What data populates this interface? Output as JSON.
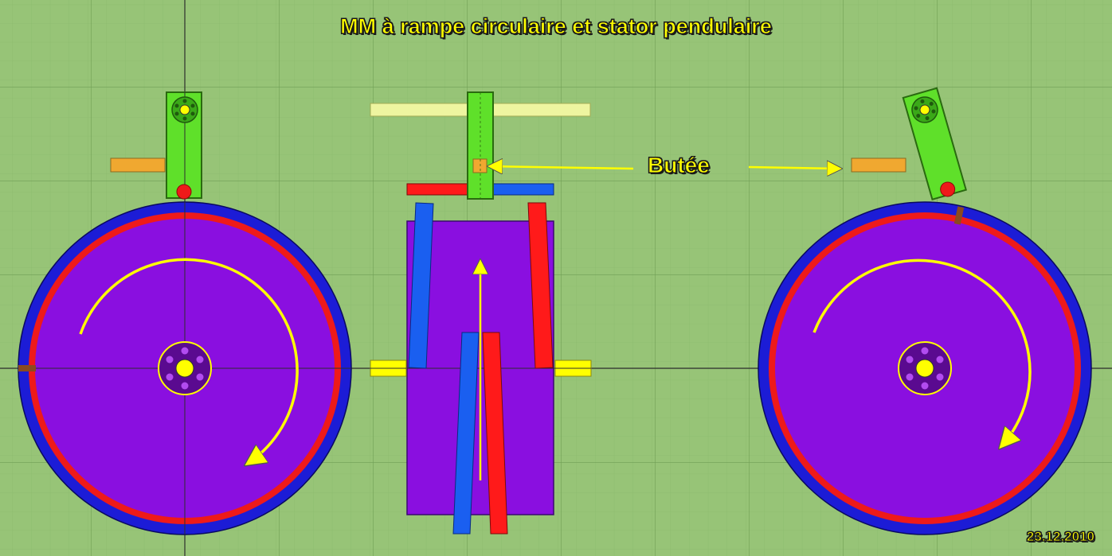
{
  "title": "MM à rampe circulaire et stator pendulaire",
  "label_butee": "Butée",
  "date": "23.12.2010",
  "colors": {
    "background": "#97c477",
    "grid": "#7fae62",
    "axis": "#333333",
    "rotor_fill": "#8a0fe0",
    "ring_outer": "#1c1cd6",
    "ring_inner": "#ee1a1a",
    "stator_arm": "#5fe02a",
    "stop_block": "#f0a830",
    "arrow": "#ffff00",
    "magnet_blue": "#1a5ff0",
    "magnet_red": "#ff1a1a",
    "guide_rail": "#eef5a0",
    "ramp_mark": "#8a4a20"
  },
  "icons": {
    "bearing": "bearing-icon",
    "roller": "roller-icon",
    "rotation_arrow": "curved-arrow-icon"
  }
}
